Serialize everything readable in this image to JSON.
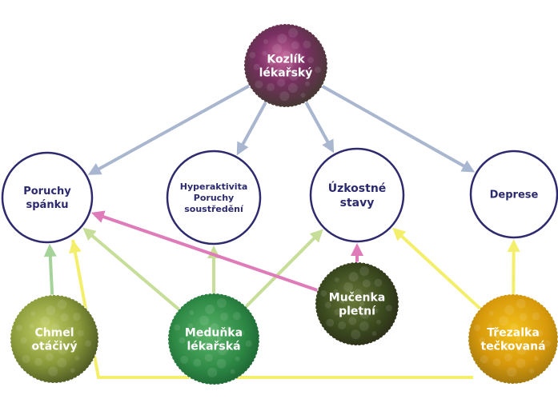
{
  "colors": {
    "condition_ring": "#2e2a6e",
    "condition_text": "#2b2a6e",
    "arrow_valerian": "#a9b6cf",
    "arrow_hops": "#a6d39a",
    "arrow_balm": "#c6de98",
    "arrow_passion": "#e07bb9",
    "arrow_stjohns": "#f4ef6a"
  },
  "herbs": {
    "kozlik": {
      "label": [
        "Kozlík",
        "lékařský"
      ],
      "image": "pink-flowers"
    },
    "chmel": {
      "label": [
        "Chmel",
        "otáčivý"
      ],
      "image": "hop-cones"
    },
    "medunka": {
      "label": [
        "Meduňka",
        "lékařská"
      ],
      "image": "green-leaves"
    },
    "mucenka": {
      "label": [
        "Mučenka",
        "pletní"
      ],
      "image": "dark-foliage"
    },
    "trezalka": {
      "label": [
        "Třezalka",
        "tečkovaná"
      ],
      "image": "yellow-flowers"
    }
  },
  "conditions": {
    "poruchy_spanku": {
      "label": [
        "Poruchy",
        "spánku"
      ]
    },
    "hyperaktivita": {
      "label": [
        "Hyperaktivita",
        "Poruchy",
        "soustředění"
      ]
    },
    "uzkostne_stavy": {
      "label": [
        "Úzkostné",
        "stavy"
      ]
    },
    "deprese": {
      "label": [
        "Deprese"
      ]
    }
  },
  "links": [
    {
      "from": "kozlik",
      "to": "poruchy_spanku",
      "color": "arrow_valerian"
    },
    {
      "from": "kozlik",
      "to": "hyperaktivita",
      "color": "arrow_valerian"
    },
    {
      "from": "kozlik",
      "to": "uzkostne_stavy",
      "color": "arrow_valerian"
    },
    {
      "from": "kozlik",
      "to": "deprese",
      "color": "arrow_valerian"
    },
    {
      "from": "chmel",
      "to": "poruchy_spanku",
      "color": "arrow_hops"
    },
    {
      "from": "medunka",
      "to": "poruchy_spanku",
      "color": "arrow_balm"
    },
    {
      "from": "medunka",
      "to": "hyperaktivita",
      "color": "arrow_balm"
    },
    {
      "from": "medunka",
      "to": "uzkostne_stavy",
      "color": "arrow_balm"
    },
    {
      "from": "mucenka",
      "to": "poruchy_spanku",
      "color": "arrow_passion"
    },
    {
      "from": "mucenka",
      "to": "uzkostne_stavy",
      "color": "arrow_passion"
    },
    {
      "from": "trezalka",
      "to": "uzkostne_stavy",
      "color": "arrow_stjohns"
    },
    {
      "from": "trezalka",
      "to": "deprese",
      "color": "arrow_stjohns"
    },
    {
      "from": "trezalka",
      "to": "poruchy_spanku",
      "color": "arrow_stjohns",
      "route": "bottom"
    }
  ]
}
